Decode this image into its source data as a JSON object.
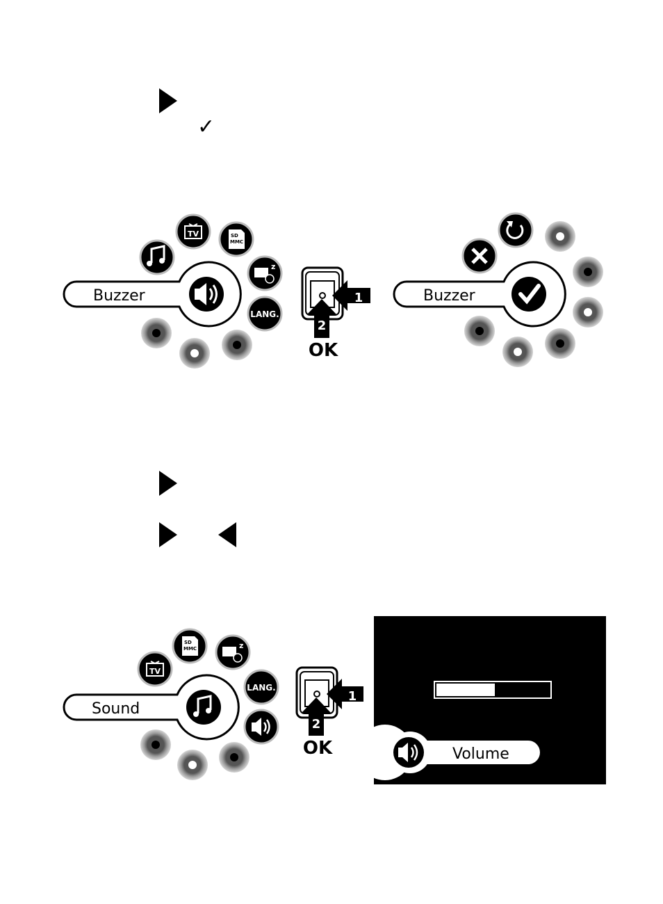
{
  "step_markers": {
    "right_arrow": "right-arrow-icon",
    "left_arrow": "left-arrow-icon",
    "check": "✓"
  },
  "diagram1": {
    "menu_label": "Buzzer",
    "icons": [
      "music-icon",
      "tv-icon",
      "sd-mmc-icon",
      "sleep-timer-icon",
      "language-icon",
      "speaker-icon"
    ],
    "tv_text": "TV",
    "sd_line1": "SD",
    "sd_line2": "MMC",
    "lang_text": "LANG.",
    "sleep_text": "z",
    "ok_label": "OK",
    "arrow_1": "1",
    "arrow_2": "2"
  },
  "diagram2": {
    "menu_label": "Buzzer",
    "icons": [
      "cancel-icon",
      "reset-icon",
      "confirm-check-icon"
    ]
  },
  "diagram3": {
    "menu_label": "Sound",
    "icons": [
      "tv-icon",
      "sd-mmc-icon",
      "sleep-timer-icon",
      "language-icon",
      "speaker-icon",
      "music-icon"
    ],
    "tv_text": "TV",
    "sd_line1": "SD",
    "sd_line2": "MMC",
    "lang_text": "LANG.",
    "sleep_text": "z",
    "ok_label": "OK",
    "arrow_1": "1",
    "arrow_2": "2"
  },
  "volume_screen": {
    "label": "Volume",
    "level": 0.52,
    "icon": "speaker-icon"
  }
}
